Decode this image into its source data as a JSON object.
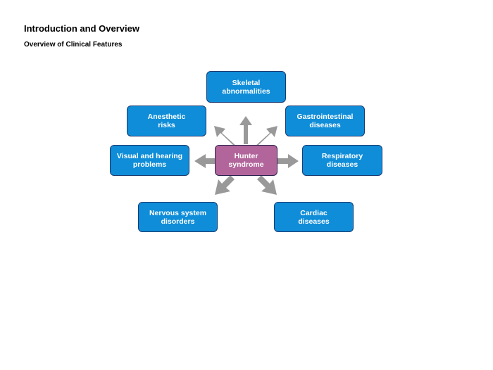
{
  "header": {
    "title": "Introduction and Overview",
    "subtitle": "Overview of Clinical Features"
  },
  "diagram": {
    "center_label": "Hunter\nsyndrome",
    "nodes": {
      "skeletal": "Skeletal\nabnormalities",
      "gastro": "Gastrointestinal\ndiseases",
      "respiratory": "Respiratory\ndiseases",
      "cardiac": "Cardiac\ndiseases",
      "nervous": "Nervous system\ndisorders",
      "visual": "Visual and hearing\nproblems",
      "anesthetic": "Anesthetic\nrisks"
    },
    "colors": {
      "node_fill": "#0f8dd8",
      "node_border": "#1b3a70",
      "center_fill": "#b2659b",
      "arrow": "#999999"
    }
  }
}
